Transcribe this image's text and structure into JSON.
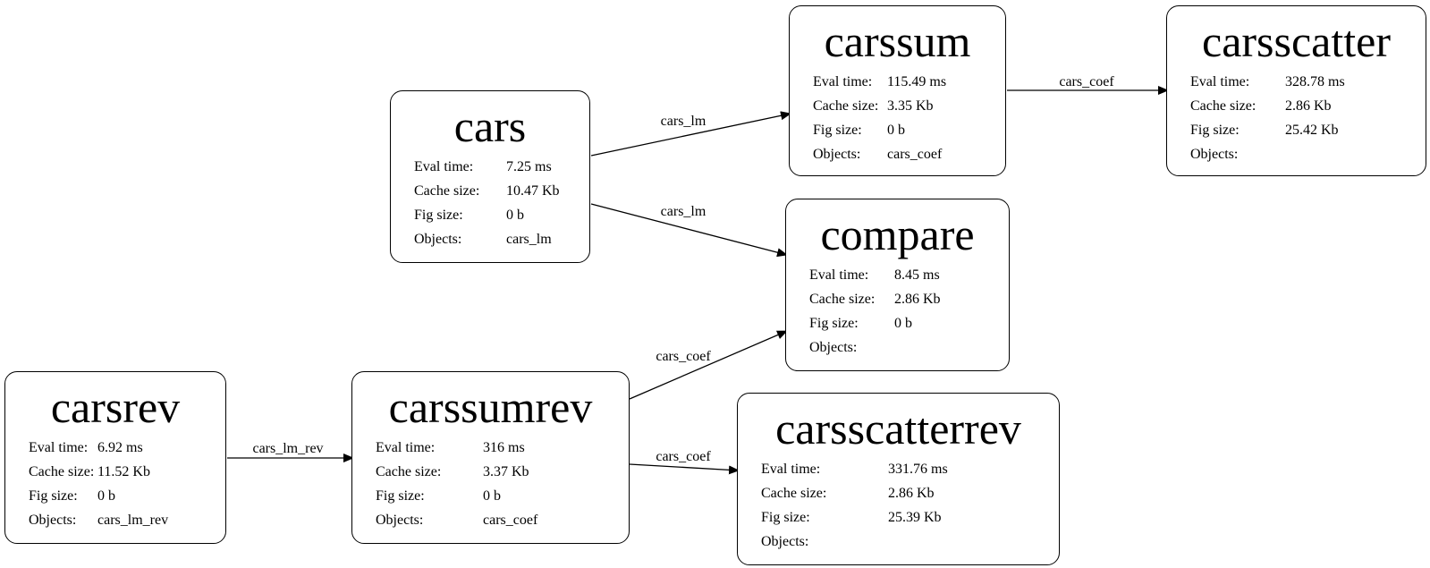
{
  "labels": {
    "eval": "Eval time:",
    "cache": "Cache size:",
    "fig": "Fig size:",
    "objects": "Objects:"
  },
  "nodes": {
    "cars": {
      "title": "cars",
      "eval": "7.25 ms",
      "cache": "10.47 Kb",
      "fig": "0 b",
      "objects": "cars_lm"
    },
    "carssum": {
      "title": "carssum",
      "eval": "115.49 ms",
      "cache": "3.35 Kb",
      "fig": "0 b",
      "objects": "cars_coef"
    },
    "carsscatter": {
      "title": "carsscatter",
      "eval": "328.78 ms",
      "cache": "2.86 Kb",
      "fig": "25.42 Kb",
      "objects": ""
    },
    "compare": {
      "title": "compare",
      "eval": "8.45 ms",
      "cache": "2.86 Kb",
      "fig": "0 b",
      "objects": ""
    },
    "carsrev": {
      "title": "carsrev",
      "eval": "6.92 ms",
      "cache": "11.52 Kb",
      "fig": "0 b",
      "objects": "cars_lm_rev"
    },
    "carssumrev": {
      "title": "carssumrev",
      "eval": "316 ms",
      "cache": "3.37 Kb",
      "fig": "0 b",
      "objects": "cars_coef"
    },
    "carsscatterrev": {
      "title": "carsscatterrev",
      "eval": "331.76 ms",
      "cache": "2.86 Kb",
      "fig": "25.39 Kb",
      "objects": ""
    }
  },
  "edges": [
    {
      "from": "cars",
      "to": "carssum",
      "label": "cars_lm"
    },
    {
      "from": "cars",
      "to": "compare",
      "label": "cars_lm"
    },
    {
      "from": "carssum",
      "to": "carsscatter",
      "label": "cars_coef"
    },
    {
      "from": "carsrev",
      "to": "carssumrev",
      "label": "cars_lm_rev"
    },
    {
      "from": "carssumrev",
      "to": "compare",
      "label": "cars_coef"
    },
    {
      "from": "carssumrev",
      "to": "carsscatterrev",
      "label": "cars_coef"
    }
  ]
}
